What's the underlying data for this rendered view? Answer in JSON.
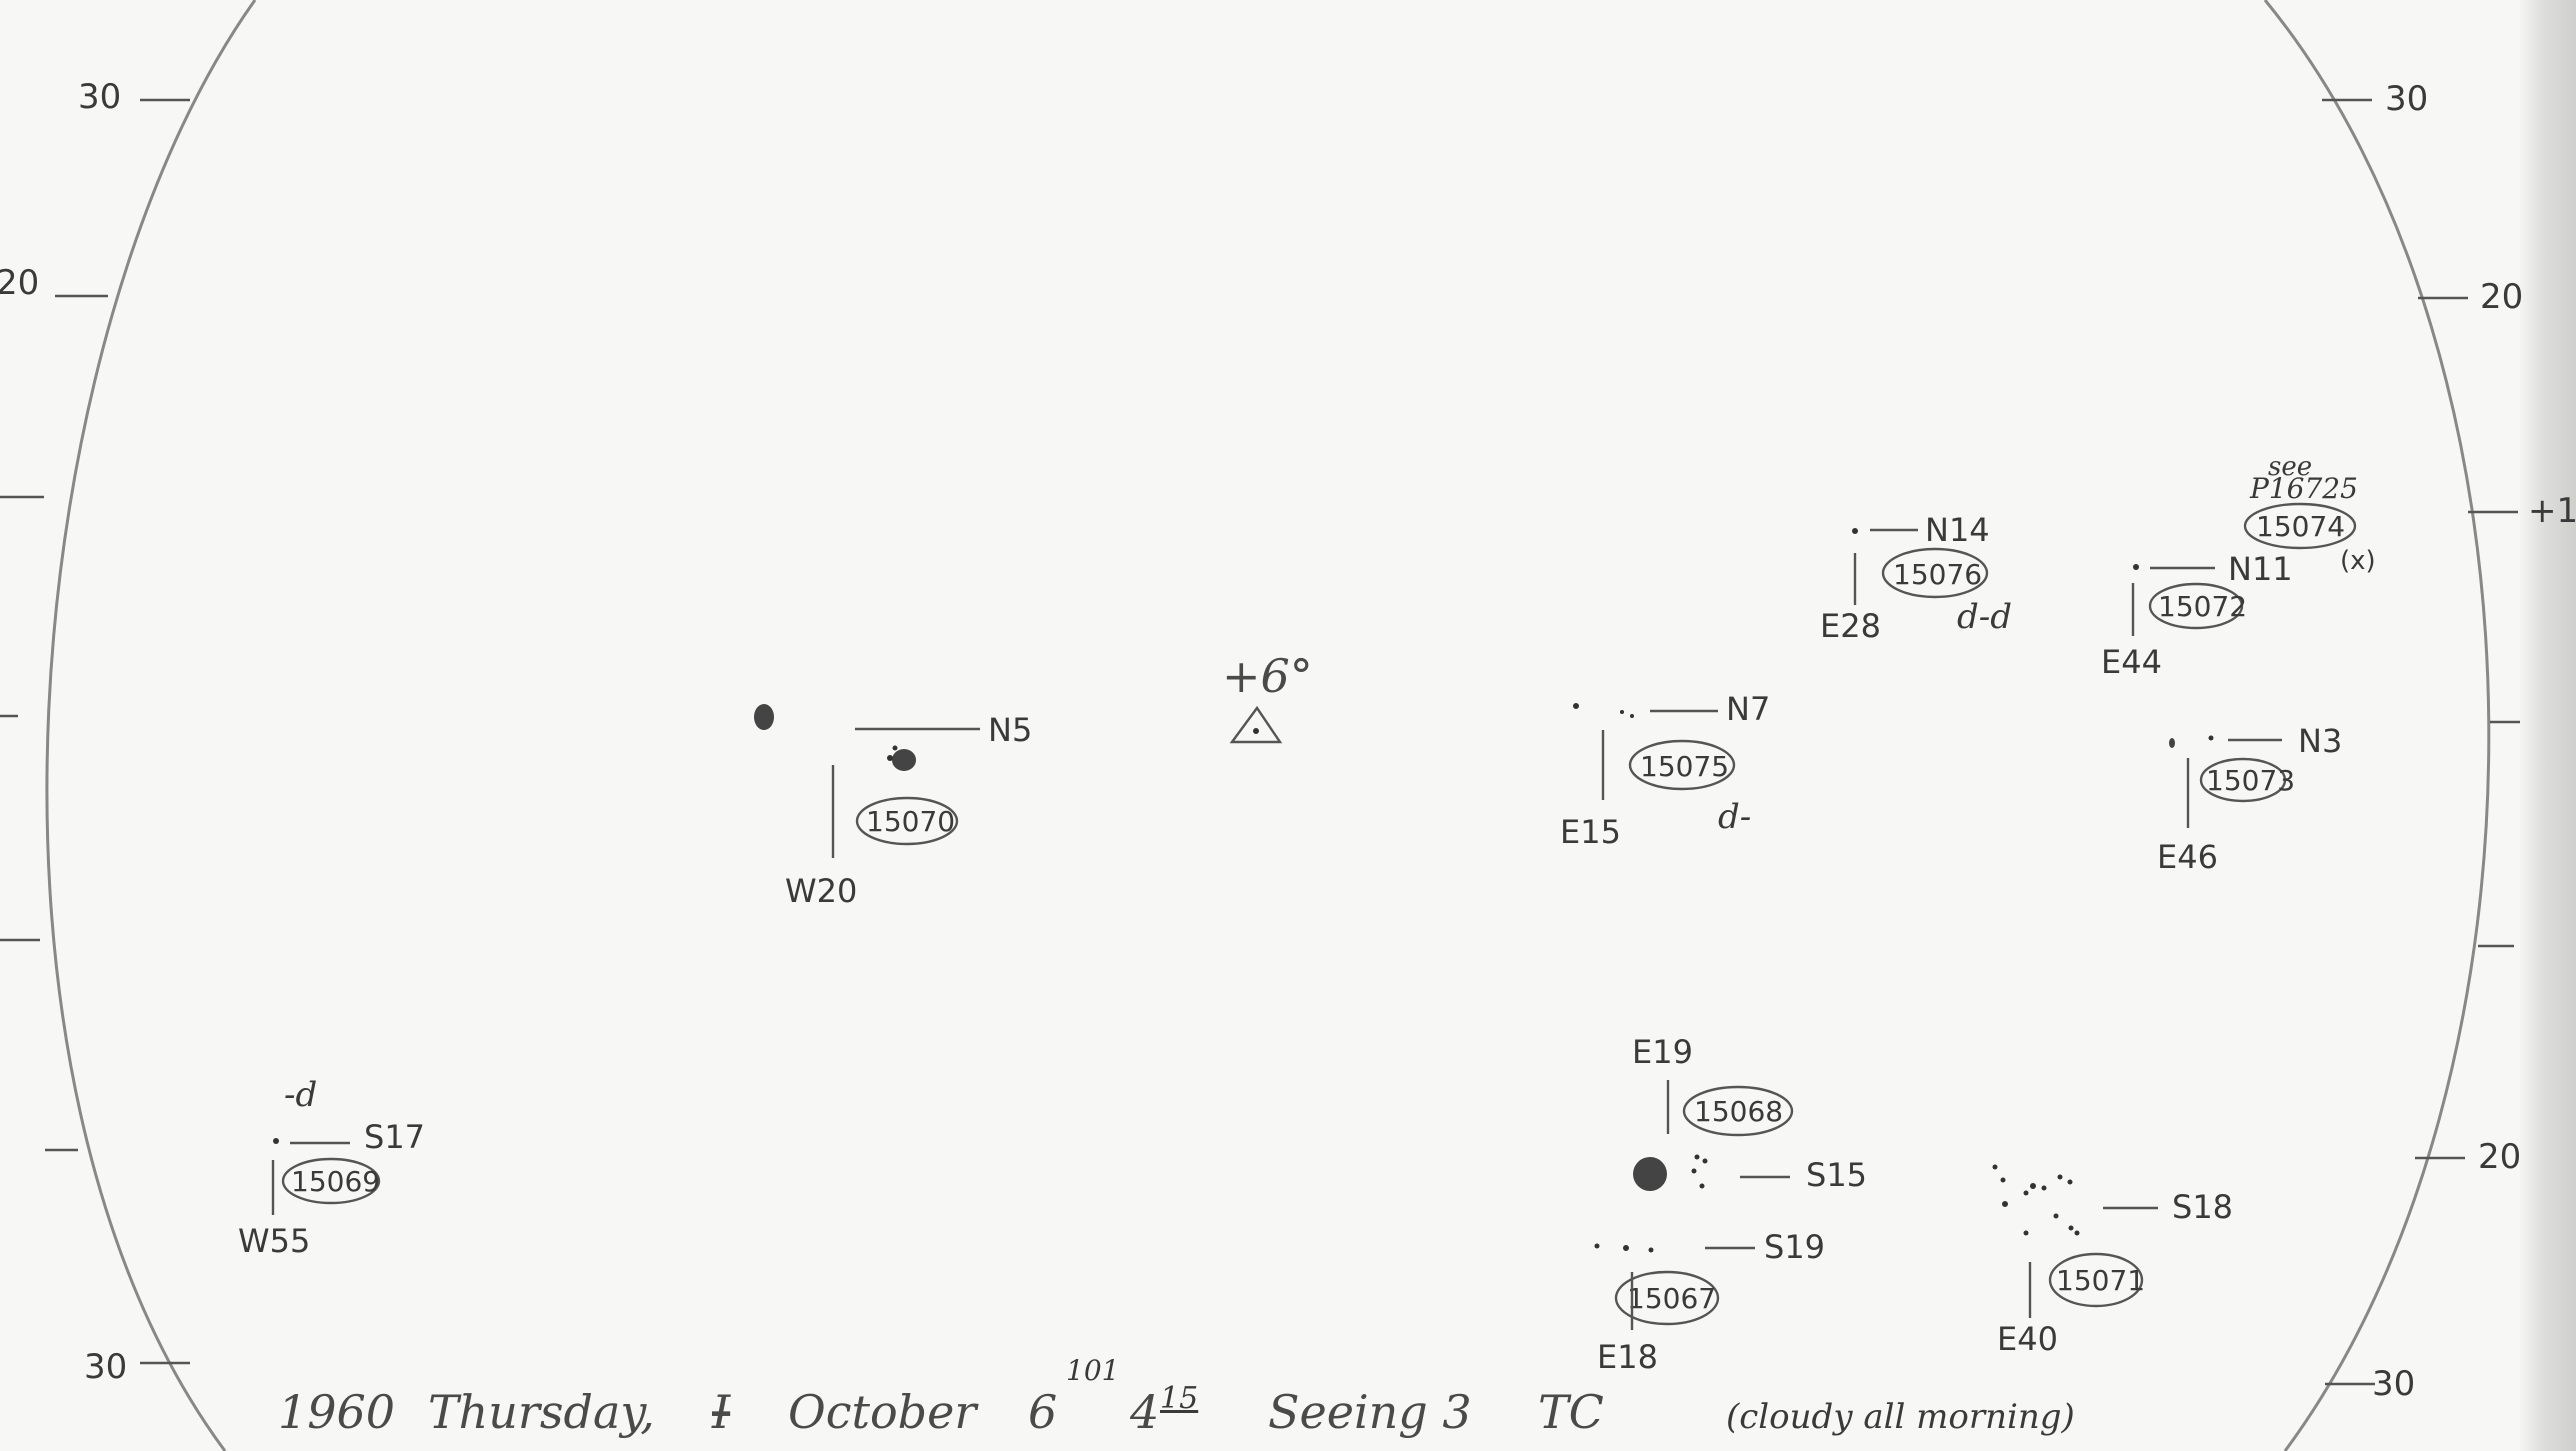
{
  "scale": {
    "left": [
      "30",
      "20",
      "30"
    ],
    "right": [
      "30",
      "20",
      "+1",
      "20",
      "30"
    ]
  },
  "center_mark": {
    "label": "+6°"
  },
  "regions": [
    {
      "number": "15070",
      "lat": "N5",
      "lon": "W20"
    },
    {
      "number": "15069",
      "lat": "S17",
      "lon": "W55",
      "note": "-d"
    },
    {
      "number": "15075",
      "lat": "N7",
      "lon": "E15",
      "note": "d-"
    },
    {
      "number": "15076",
      "lat": "N14",
      "lon": "E28",
      "note": "d-d"
    },
    {
      "number": "15072",
      "lat": "N11",
      "lon": "E44"
    },
    {
      "number": "15074",
      "ref_note": "see",
      "ref_plate": "P16725",
      "flag": "(x)"
    },
    {
      "number": "15073",
      "lat": "N3",
      "lon": "E46"
    },
    {
      "number": "15068",
      "lat": "S15",
      "lon": "E19"
    },
    {
      "number": "15067",
      "lat": "S19",
      "lon": "E18"
    },
    {
      "number": "15071",
      "lat": "S18",
      "lon": "E40"
    }
  ],
  "footer": {
    "year": "1960",
    "weekday": "Thursday,",
    "month": "October",
    "day": "6",
    "day_superscript": "101",
    "time": "4",
    "time_superscript": "15",
    "seeing": "Seeing 3",
    "observer": "TC",
    "remark": "(cloudy all morning)"
  }
}
